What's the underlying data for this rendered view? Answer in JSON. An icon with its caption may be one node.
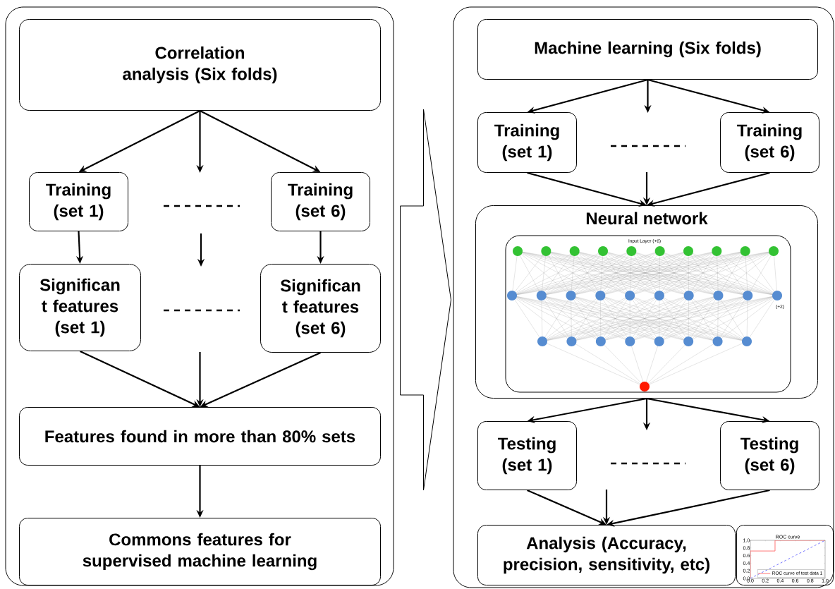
{
  "diagram": {
    "nodes": [
      {
        "text": [],
        "shape": "box"
      },
      {
        "text": [
          "Correlation analysis (Six folds)"
        ],
        "in": 0
      },
      {
        "text": [
          "Training (set 1)"
        ],
        "in": 0
      },
      {
        "text": [
          "Training (set 6)"
        ],
        "in": 0
      },
      {
        "text": [
          "Significan t features (set 1)"
        ],
        "in": 0
      },
      {
        "text": [
          "Significan t features (set 6)"
        ],
        "in": 0
      },
      {
        "text": [
          "Features found in more than 80% sets"
        ],
        "in": 0
      },
      {
        "text": [
          "Commons features for supervised machine learning"
        ],
        "in": 0
      },
      {
        "text": [],
        "shape": "box"
      },
      {
        "text": [
          "Machine learning (Six folds)"
        ],
        "in": 8
      },
      {
        "text": [
          "Training (set 1)"
        ],
        "in": 8
      },
      {
        "text": [
          "Training (set 6)"
        ],
        "in": 8
      },
      {
        "text": [
          "Neural network"
        ],
        "in": 8
      },
      {
        "text": [],
        "shape": "picture",
        "in": 12
      },
      {
        "text": [
          "Testing (set 1)"
        ],
        "in": 8
      },
      {
        "text": [
          "Testing (set 6)"
        ],
        "in": 8
      },
      {
        "text": [
          "Analysis (Accuracy, precision, sensitivity, etc)"
        ],
        "in": 8
      },
      {
        "text": [],
        "shape": "box",
        "in": 8
      }
    ],
    "edges": [
      {
        "from": 1,
        "to": 2,
        "arrow": "to"
      },
      {
        "from": 1,
        "to": null,
        "arrow": "to"
      },
      {
        "from": 1,
        "to": 3,
        "arrow": "to"
      },
      {
        "from": 2,
        "to": 4,
        "arrow": "to"
      },
      {
        "from": 3,
        "to": 5,
        "arrow": "to"
      },
      {
        "from": 4,
        "to": 6,
        "arrow": "to"
      },
      {
        "from": null,
        "to": 6,
        "arrow": "to"
      },
      {
        "from": 5,
        "to": 6,
        "arrow": "to"
      },
      {
        "from": 6,
        "to": 7,
        "arrow": "to"
      },
      {
        "from": 0,
        "to": 8,
        "arrow": "to"
      },
      {
        "from": 9,
        "to": 10,
        "arrow": "to"
      },
      {
        "from": 9,
        "to": null,
        "arrow": "to"
      },
      {
        "from": 9,
        "to": 11,
        "arrow": "to"
      },
      {
        "from": 10,
        "to": 12,
        "arrow": "to"
      },
      {
        "from": null,
        "to": 12,
        "arrow": "to"
      },
      {
        "from": 11,
        "to": 12,
        "arrow": "to"
      },
      {
        "from": 12,
        "to": 14,
        "arrow": "to"
      },
      {
        "from": 12,
        "to": null,
        "arrow": "to"
      },
      {
        "from": 12,
        "to": 15,
        "arrow": "to"
      },
      {
        "from": 14,
        "to": 16,
        "arrow": "to"
      },
      {
        "from": null,
        "to": 16,
        "arrow": "to"
      },
      {
        "from": 15,
        "to": 16,
        "arrow": "to"
      }
    ],
    "labels": [
      "Input Layer (+6)",
      "(+2)"
    ],
    "chart_data": {
      "type": "line",
      "title": "ROC curve",
      "x": [
        0,
        0,
        0.33,
        0.33,
        1
      ],
      "series": [
        {
          "name": "ROC curve of test data 1",
          "color": "#ff6666",
          "values": [
            0,
            0.72,
            0.72,
            1,
            1
          ]
        },
        {
          "color": "#6666ff",
          "line_style": "dashed",
          "values": [
            null,
            0,
            0.33,
            0.33,
            1
          ]
        }
      ],
      "xlim": [
        0,
        1
      ],
      "ylim": [
        0,
        1
      ],
      "xticks": [
        {
          "value": 0,
          "label": "0.0"
        },
        {
          "value": 0.2,
          "label": "0.2"
        },
        {
          "value": 0.4,
          "label": "0.4"
        },
        {
          "value": 0.6,
          "label": "0.6"
        },
        {
          "value": 0.8,
          "label": "0.8"
        },
        {
          "value": 1.0,
          "label": "1.0"
        }
      ],
      "yticks": [
        {
          "value": 0,
          "label": "0.0"
        },
        {
          "value": 0.2,
          "label": "0.2"
        },
        {
          "value": 0.4,
          "label": "0.4"
        },
        {
          "value": 0.6,
          "label": "0.6"
        },
        {
          "value": 0.8,
          "label": "0.8"
        },
        {
          "value": 1.0,
          "label": "1.0"
        }
      ]
    }
  }
}
